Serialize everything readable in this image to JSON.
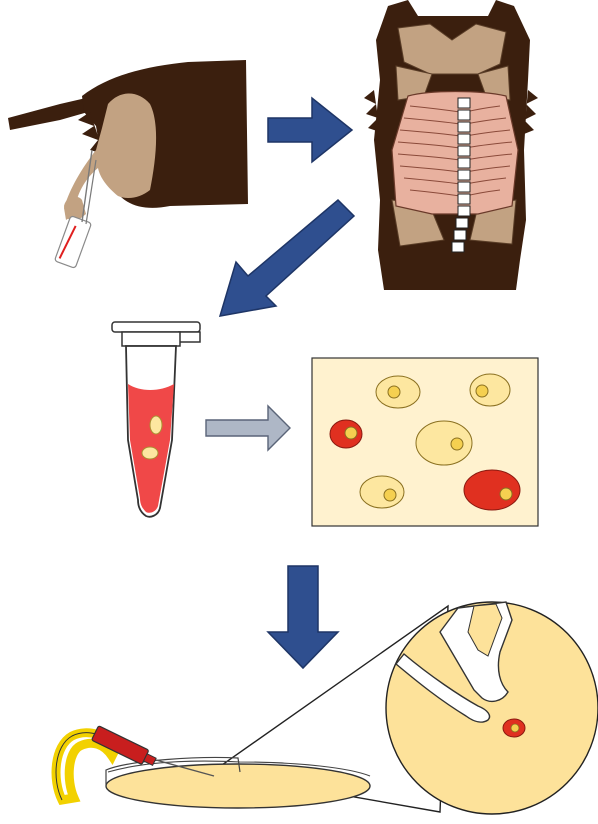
{
  "diagram": {
    "panels": [
      {
        "id": "blood-draw",
        "icon": "rat-tail-syringe-icon"
      },
      {
        "id": "rat-dissection",
        "icon": "opened-rat-torso-icon"
      },
      {
        "id": "blood-tube",
        "icon": "microcentrifuge-tube-icon"
      },
      {
        "id": "cell-culture",
        "icon": "cell-field-icon"
      },
      {
        "id": "micropipette-injection",
        "icon": "petri-dish-injection-icon"
      }
    ],
    "colors": {
      "fur": "#3b1f0e",
      "skin": "#c2a282",
      "flesh": "#e8b19f",
      "arrow_blue": "#2f4f8f",
      "arrow_gray": "#aeb7c6",
      "blood": "#f04848",
      "cell_yellow": "#fde7a0",
      "medium": "#fff2cf",
      "dish": "#fde29a",
      "pipette": "#c81e1e",
      "holder": "#f2d100"
    }
  }
}
